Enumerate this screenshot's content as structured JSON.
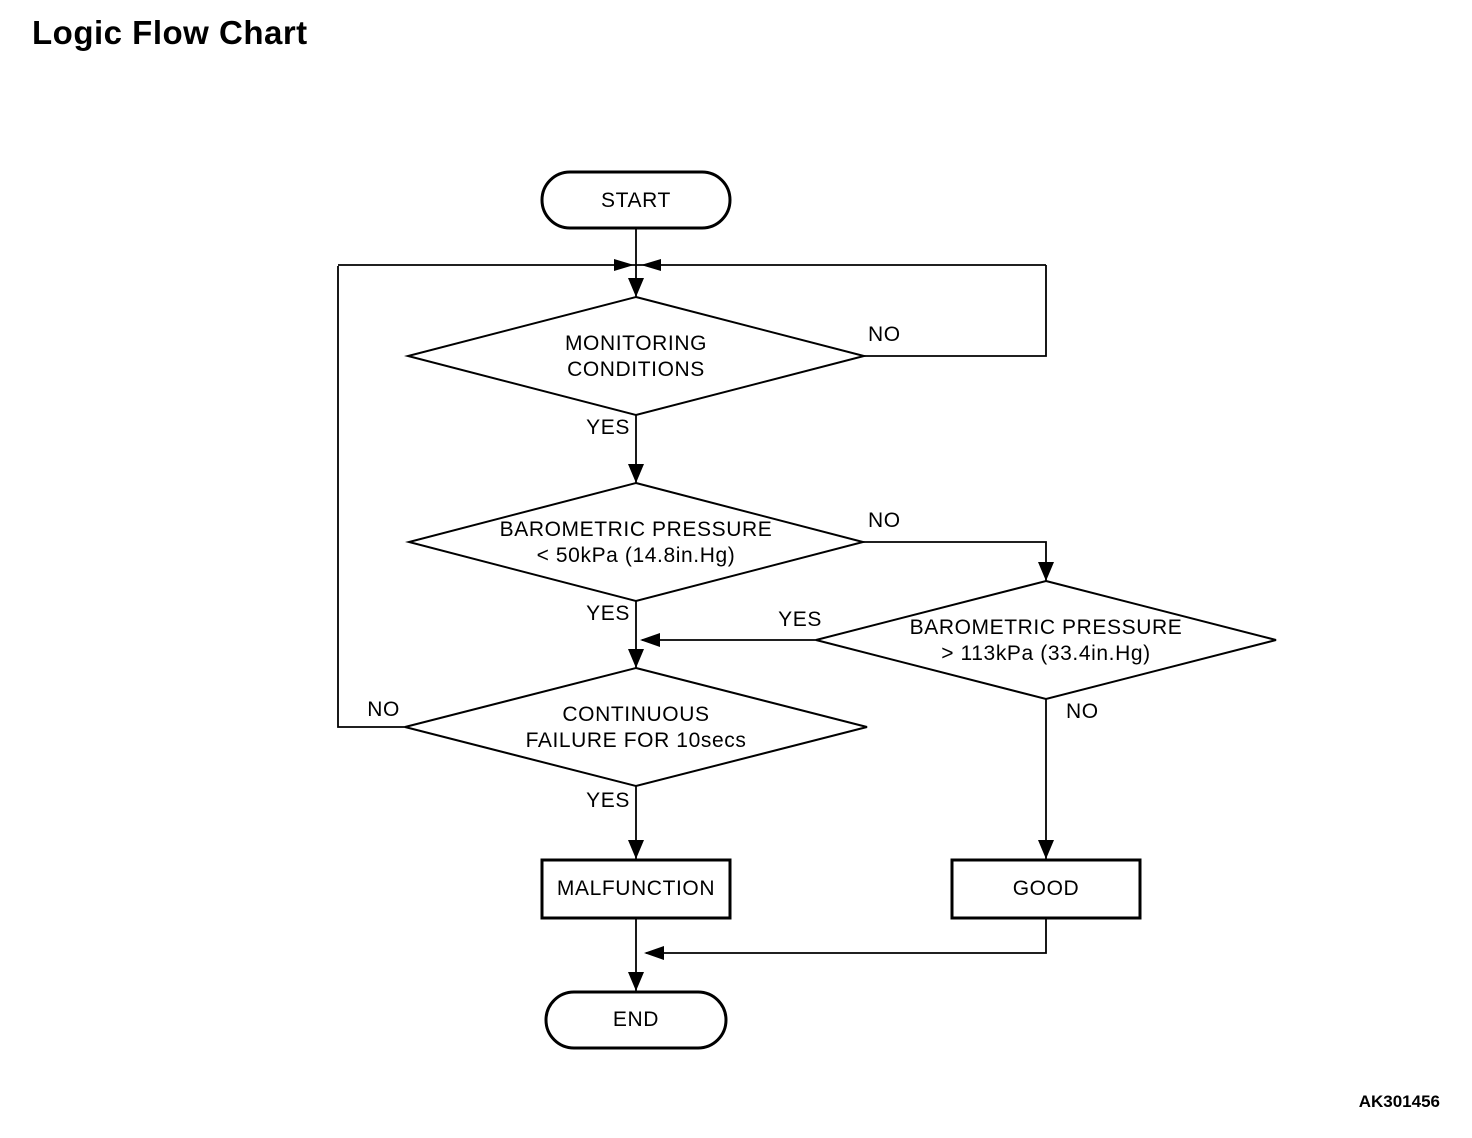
{
  "page": {
    "title": "Logic Flow Chart",
    "figure_code": "AK301456"
  },
  "colors": {
    "ink": "#000000",
    "background": "#ffffff"
  },
  "flowchart": {
    "nodes": {
      "start": {
        "type": "terminator",
        "label": "START"
      },
      "monitoring_conditions": {
        "type": "decision",
        "line1": "MONITORING",
        "line2": "CONDITIONS"
      },
      "barometric_low": {
        "type": "decision",
        "line1": "BAROMETRIC PRESSURE",
        "line2": "< 50kPa (14.8in.Hg)"
      },
      "barometric_high": {
        "type": "decision",
        "line1": "BAROMETRIC PRESSURE",
        "line2": "> 113kPa (33.4in.Hg)"
      },
      "continuous_failure": {
        "type": "decision",
        "line1": "CONTINUOUS",
        "line2": "FAILURE FOR 10secs"
      },
      "malfunction": {
        "type": "process",
        "label": "MALFUNCTION"
      },
      "good": {
        "type": "process",
        "label": "GOOD"
      },
      "end": {
        "type": "terminator",
        "label": "END"
      }
    },
    "edge_labels": {
      "monitoring_no": "NO",
      "monitoring_yes": "YES",
      "barometric_low_no": "NO",
      "barometric_low_yes": "YES",
      "barometric_high_yes": "YES",
      "barometric_high_no": "NO",
      "continuous_failure_no": "NO",
      "continuous_failure_yes": "YES"
    }
  }
}
